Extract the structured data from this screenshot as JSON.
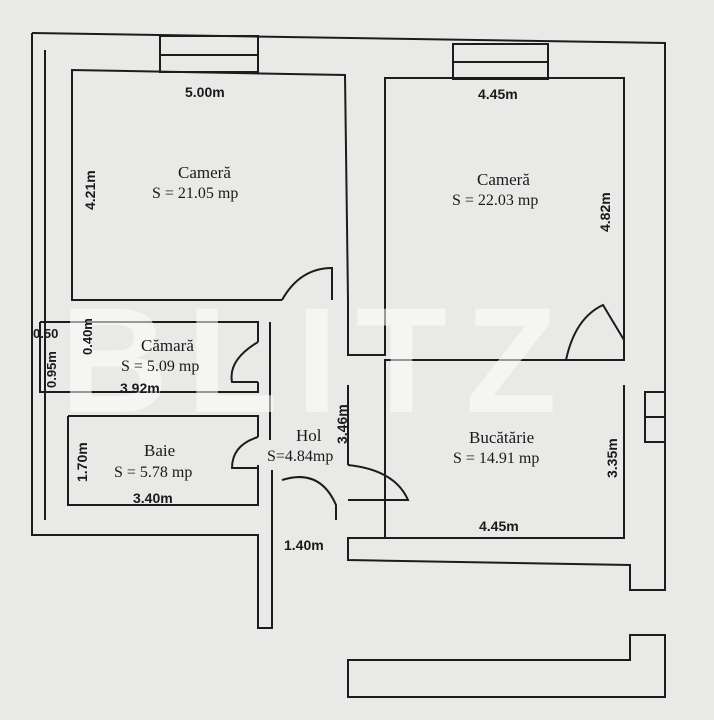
{
  "rooms": {
    "camera1": {
      "name": "Cameră",
      "area": "S = 21.05 mp",
      "width": "5.00m",
      "height": "4.21m"
    },
    "camera2": {
      "name": "Cameră",
      "area": "S = 22.03 mp",
      "width": "4.45m",
      "height": "4.82m"
    },
    "camara": {
      "name": "Cămară",
      "area": "S = 5.09 mp",
      "width": "3.92m",
      "height": "0.95m",
      "dim_a": "0.50",
      "dim_b": "0.40m"
    },
    "baie": {
      "name": "Baie",
      "area": "S = 5.78 mp",
      "width": "3.40m",
      "height": "1.70m"
    },
    "hol": {
      "name": "Hol",
      "area": "S=4.84mp",
      "height": "3.46m",
      "width": "1.40m"
    },
    "bucatarie": {
      "name": "Bucătărie",
      "area": "S = 14.91 mp",
      "width": "4.45m",
      "height": "3.35m"
    }
  },
  "watermark": "BLITZ"
}
